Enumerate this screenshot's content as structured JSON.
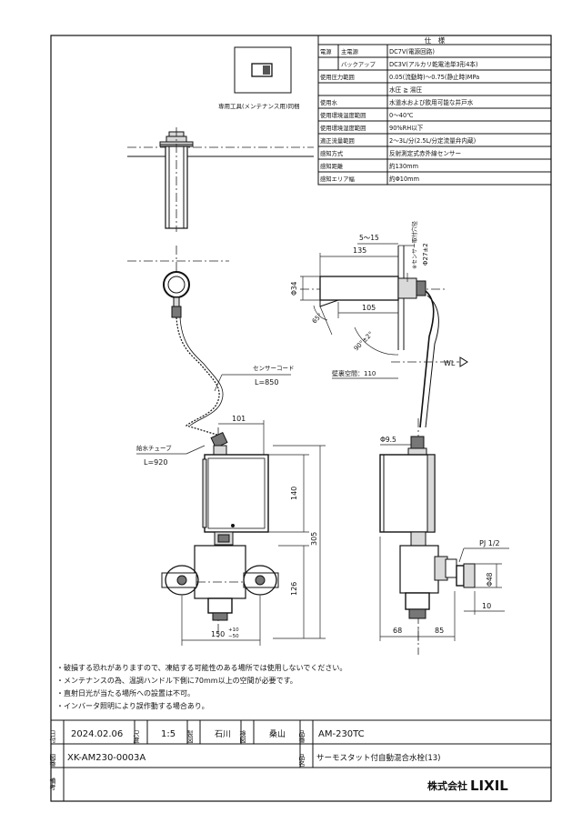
{
  "spec": {
    "title": "仕　様",
    "rows": [
      {
        "k1": "電源",
        "k2": "主電源",
        "v": "DC7V(電源回路)"
      },
      {
        "k1": "",
        "k2": "バックアップ",
        "v": "DC3V(アルカリ乾電池単3形4本)"
      },
      {
        "k1": "使用圧力範囲",
        "k2": "",
        "v": "0.05(流動時)〜0.75(静止時)MPa"
      },
      {
        "k1": "",
        "k2": "",
        "v": "水圧 ≧ 湯圧"
      },
      {
        "k1": "使用水",
        "k2": "",
        "v": "水道水および飲用可能な井戸水"
      },
      {
        "k1": "使用環境温度範囲",
        "k2": "",
        "v": "0〜40℃"
      },
      {
        "k1": "使用環境湿度範囲",
        "k2": "",
        "v": "90%RH以下"
      },
      {
        "k1": "適正流量範囲",
        "k2": "",
        "v": "2〜3L/分(2.5L/分定流量弁内蔵)"
      },
      {
        "k1": "感知方式",
        "k2": "",
        "v": "反射測定式赤外線センサー"
      },
      {
        "k1": "感知距離",
        "k2": "",
        "v": "約130mm"
      },
      {
        "k1": "感知エリア幅",
        "k2": "",
        "v": "約Φ10mm"
      }
    ]
  },
  "tool_label": "専用工具(メンテナンス用)同梱",
  "dims": {
    "d5_15": "5〜15",
    "d135": "135",
    "d105": "105",
    "d34": "Φ34",
    "d65": "65°",
    "d90": "90°±2°",
    "sensor_mount": "※センサー取付穴径",
    "sensor_hole": "Φ27±2",
    "wall": "壁裏空間：110",
    "wl": "WL",
    "d95": "Φ9.5",
    "d101": "101",
    "d140": "140",
    "d305": "305",
    "d126": "126",
    "d150": "150",
    "d150_tol_up": "+10",
    "d150_tol_dn": "−50",
    "pj": "PJ 1/2",
    "d48": "Φ48",
    "d10": "10",
    "d68": "68",
    "d85": "85"
  },
  "labels": {
    "sensor_cord": "センサーコード",
    "sensor_cord_len": "L=850",
    "drain_tube": "給水チューブ",
    "drain_tube_len": "L=920"
  },
  "notes": [
    "・破損する恐れがありますので、凍結する可能性のある場所では使用しないでください。",
    "・メンテナンスの為、温調ハンドル下側に70mm以上の空間が必要です。",
    "・直射日光が当たる場所への設置は不可。",
    "・インバータ照明により誤作動する場合あり。"
  ],
  "titleblock": {
    "date_label": "日付",
    "date": "2024.02.06",
    "scale_label": "尺度",
    "scale": "1:5",
    "drawn_label": "製図",
    "drawn": "石川",
    "checked_label": "検図",
    "checked": "桑山",
    "partno_label": "品番",
    "partno": "AM-230TC",
    "dwgno_label": "図番",
    "dwgno": "XK-AM230-0003A",
    "name_label": "品名",
    "name": "サーモスタット付自動混合水栓(13)",
    "remarks_label": "備考",
    "company_prefix": "株式会社",
    "company": "LIXIL"
  }
}
